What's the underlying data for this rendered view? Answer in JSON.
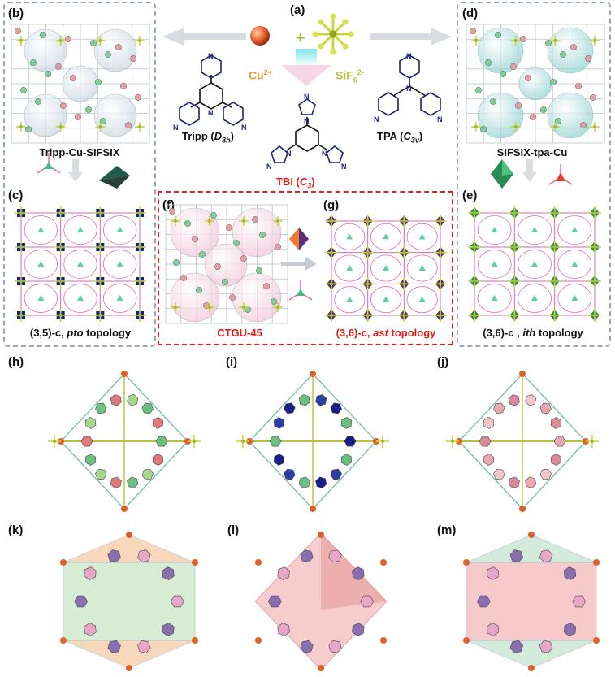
{
  "panels": {
    "a": "(a)",
    "b": "(b)",
    "c": "(c)",
    "d": "(d)",
    "e": "(e)",
    "f": "(f)",
    "g": "(g)",
    "h": "(h)",
    "i": "(i)",
    "j": "(j)",
    "k": "(k)",
    "l": "(l)",
    "m": "(m)"
  },
  "captions": {
    "b_name": "Tripp-Cu-SIFSIX",
    "d_name": "SIFSIX-tpa-Cu",
    "f_name": "CTGU-45",
    "c_prefix": "(3,5)-c, ",
    "c_italic": "pto",
    "c_suffix": " topology",
    "g_prefix": "(3,6)-c, ",
    "g_italic": "ast",
    "g_suffix": " topology",
    "e_prefix": "(3,6)-c , ",
    "e_italic": "ith",
    "e_suffix": " topology"
  },
  "ligands": {
    "tripp_name": "Tripp (",
    "tripp_sym": "D",
    "tripp_sub": "3h",
    "tpa_name": "TPA (",
    "tpa_sym": "C",
    "tpa_sub": "3v",
    "tbi_name": "TBI (",
    "tbi_sym": "C",
    "tbi_sub": "3",
    "close": ")"
  },
  "reagents": {
    "cu": "Cu",
    "cu_sup": "2+",
    "sif": "SiF",
    "sif_sub": "6",
    "sif_sup": "2-",
    "plus": "+"
  },
  "colors": {
    "dash_grey": "#9aa6b8",
    "dash_red": "#e02020",
    "caption_red": "#e01b1b",
    "cu_orange": "#f0962a",
    "sif_green": "#b6c23a",
    "ligand_navy": "#1c2470",
    "node_teal": "#5fcfa0",
    "node_navy": "#1a1e8a",
    "link_pink": "#d86aa8",
    "sphere_pink": "#f2c4d6"
  }
}
